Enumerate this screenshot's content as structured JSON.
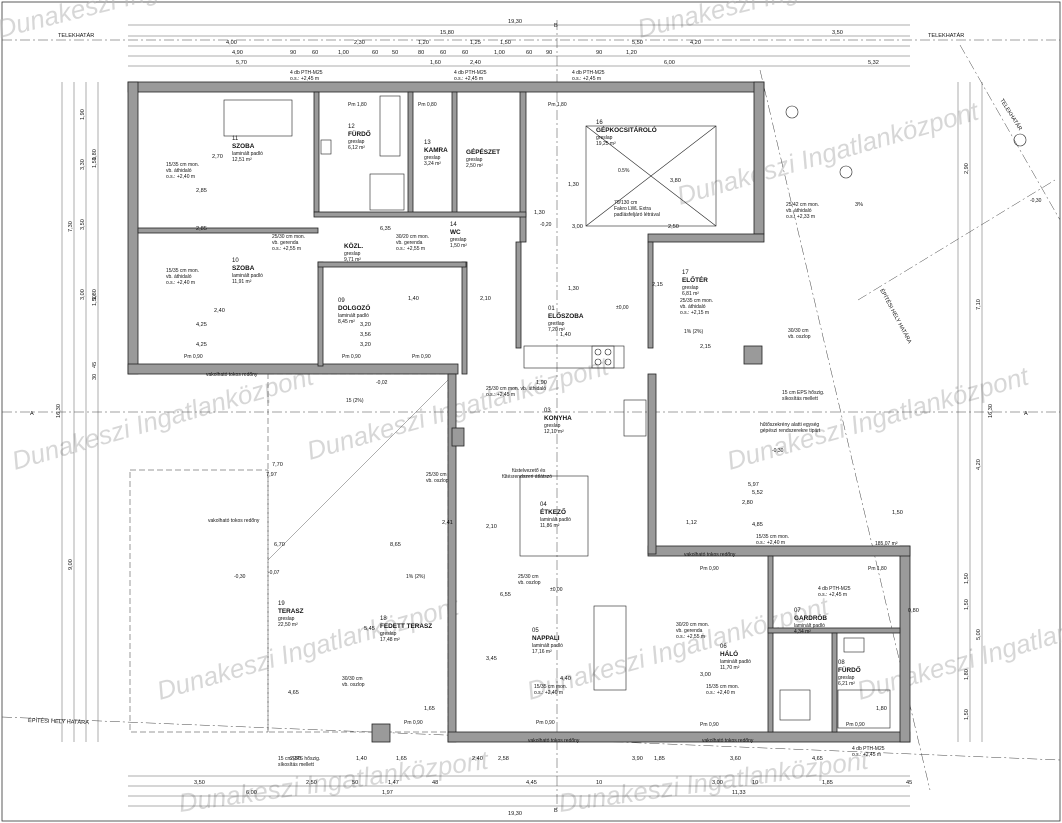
{
  "watermark": "Dunakeszi Ingatlanközpont",
  "labels": {
    "telekhatar": "TELEKHATÁR",
    "epitesi_hely": "ÉPÍTÉSI HELY HATÁRA",
    "section_a": "A",
    "section_b": "B",
    "slope_3": "3%",
    "slope_05": "0.5%",
    "slope_1": "1% (2%)",
    "slope_15": "15 (2%)"
  },
  "rooms": [
    {
      "num": "11",
      "name": "SZOBA",
      "floor": "laminált padló",
      "area": "12,51 m²"
    },
    {
      "num": "12",
      "name": "FÜRDŐ",
      "floor": "greslap",
      "area": "6,12 m²"
    },
    {
      "num": "13",
      "name": "KAMRA",
      "floor": "greslap",
      "area": "3,24 m²"
    },
    {
      "num": "",
      "name": "GÉPÉSZET",
      "floor": "greslap",
      "area": "2,50 m²"
    },
    {
      "num": "16",
      "name": "GÉPKOCSITÁROLÓ",
      "floor": "greslap",
      "area": "19,25 m²"
    },
    {
      "num": "14",
      "name": "WC",
      "floor": "greslap",
      "area": "1,50 m²"
    },
    {
      "num": "10",
      "name": "SZOBA",
      "floor": "laminált padló",
      "area": "11,91 m²"
    },
    {
      "num": "",
      "name": "KÖZL.",
      "floor": "greslap",
      "area": "9,71 m²"
    },
    {
      "num": "09",
      "name": "DOLGOZÓ",
      "floor": "laminált padló",
      "area": "8,45 m²"
    },
    {
      "num": "01",
      "name": "ELŐSZOBA",
      "floor": "greslap",
      "area": "7,20 m²"
    },
    {
      "num": "17",
      "name": "ELŐTÉR",
      "floor": "greslap",
      "area": "6,81 m²"
    },
    {
      "num": "03",
      "name": "KONYHA",
      "floor": "greslap",
      "area": "12,10 m²"
    },
    {
      "num": "04",
      "name": "ÉTKEZŐ",
      "floor": "laminált padló",
      "area": "11,86 m²"
    },
    {
      "num": "19",
      "name": "TERASZ",
      "floor": "greslap",
      "area": "22,50 m²"
    },
    {
      "num": "18",
      "name": "FEDETT TERASZ",
      "floor": "greslap",
      "area": "17,48 m²"
    },
    {
      "num": "05",
      "name": "NAPPALI",
      "floor": "laminált padló",
      "area": "17,16 m²"
    },
    {
      "num": "06",
      "name": "HÁLÓ",
      "floor": "laminált padló",
      "area": "11,70 m²"
    },
    {
      "num": "07",
      "name": "GARDRÓB",
      "floor": "laminált padló",
      "area": "4,34 m²"
    },
    {
      "num": "08",
      "name": "FÜRDŐ",
      "floor": "greslap",
      "area": "6,21 m²"
    }
  ],
  "notes": {
    "n_ptm1": "4 db PTH-M25",
    "n_ptm1b": "o.s.: +2,45 m",
    "n_beam1": "15/35 cm mon.",
    "n_beam1b": "vb. áthidaló",
    "n_beam1c": "o.s.: +2,40 m",
    "n_beam2": "25/30 cm mon.",
    "n_beam2b": "vb. gerenda",
    "n_beam2c": "o.s.: +2,55 m",
    "n_beam3": "30/20 cm mon.",
    "n_beam3b": "vb. gerenda",
    "n_beam3c": "o.s.: +2,55 m",
    "n_garage": "25/42 cm mon.",
    "n_garageb": "vb. áthidaló",
    "n_garagec": "o.s.: +2,33 m",
    "n_fakro": "70/130 cm",
    "n_fakrob": "Fakro LWL Extra",
    "n_fakroc": "padlásfeljáró létrával",
    "n_eloter": "25/35 cm mon.",
    "n_eloterb": "vb. áthidaló",
    "n_eloterc": "o.s.: +2,15 m",
    "n_pillar": "30/30 cm",
    "n_pillarb": "vb. oszlop",
    "n_eps": "15 cm EPS hőszig.",
    "n_epsb": "síkosítás mellett",
    "n_konyha_beam": "25/30 cm mon. vb. áthidaló",
    "n_konyha_beamb": "o.s.: +2,45 m",
    "n_hutk": "hűtőszekrény alatti egység",
    "n_hutkb": "gépészi rendszerekre tipárt",
    "n_etk": "füstelvezető és",
    "n_etkb": "fűtésrendszeri átlátszó",
    "n_pillar2": "25/30 cm",
    "n_pillar2b": "vb. oszlop",
    "n_redony": "vakolható tokos redőny",
    "n_area_total": "185,07 m²",
    "level_000": "±0,00",
    "level_m030": "-0,30",
    "level_m002": "-0,02",
    "level_m007": "-0,07",
    "level_m020": "-0,20"
  },
  "dims": {
    "top_total": "19,30",
    "top_sub1": "15,80",
    "top_sub2": "3,50",
    "top_r1": [
      "4,00",
      "2,30",
      "1,20",
      "1,25",
      "1,50",
      "5,50",
      "4,20"
    ],
    "top_r2": [
      "4,90",
      "90",
      "60",
      "1,00",
      "60",
      "50",
      "80",
      "60",
      "60",
      "1,00",
      "60",
      "90",
      "90",
      "1,20"
    ],
    "top_r3": [
      "5,70",
      "1,60",
      "2,40",
      "6,00",
      "5,32"
    ],
    "left_total": "16,30",
    "left_r1": [
      "7,30",
      "9,00"
    ],
    "left_r2": [
      "3,30",
      "3,50",
      "3,00",
      "1,90"
    ],
    "left_r3": [
      "1,80",
      "1,50",
      "1,80",
      "1,50",
      "45",
      "30"
    ],
    "right_total": "16,30",
    "right_r1": [
      "7,10",
      "4,20",
      "5,00"
    ],
    "right_r2": [
      "2,90",
      "1,50",
      "1,50",
      "1,80",
      "1,50"
    ],
    "bot_total": "19,30",
    "bot_r1": [
      "6,00",
      "1,97",
      "11,33"
    ],
    "bot_r2": [
      "3,50",
      "2,50",
      "50",
      "1,47",
      "48",
      "4,45",
      "10",
      "3,00",
      "10",
      "1,85",
      "45"
    ],
    "bot_r3": [
      "2,50",
      "1,40",
      "1,65",
      "2,40",
      "2,58",
      "3,90",
      "1,85",
      "3,60",
      "4,65"
    ],
    "inner": [
      "2,85",
      "2,85",
      "4,25",
      "4,25",
      "3,20",
      "3,20",
      "6,35",
      "3,56",
      "2,80",
      "1,50",
      "5,97",
      "5,52",
      "4,85",
      "2,70",
      "2,40",
      "7,70",
      "7,97",
      "1,30",
      "1,30",
      "3,00",
      "2,50",
      "3,80",
      "2,15",
      "2,10",
      "1,40",
      "1,40",
      "1,30",
      "1,90",
      "2,41",
      "2,10",
      "4,40",
      "1,12",
      "3,00",
      "6,55",
      "5,45",
      "6,70",
      "8,65",
      "3,45",
      "4,65",
      "1,65",
      "2,15",
      "0,80",
      "1,80"
    ]
  },
  "windows": [
    "Pm 1,80",
    "Pm 0,80",
    "Pm 1,80",
    "Pm 0,90",
    "Pm 0,90",
    "Pm 0,90",
    "Pm 0,90",
    "Pm 1,80",
    "Pm 0,90",
    "Pm 0,90",
    "Pm 0,90",
    "Pm 0,90"
  ]
}
